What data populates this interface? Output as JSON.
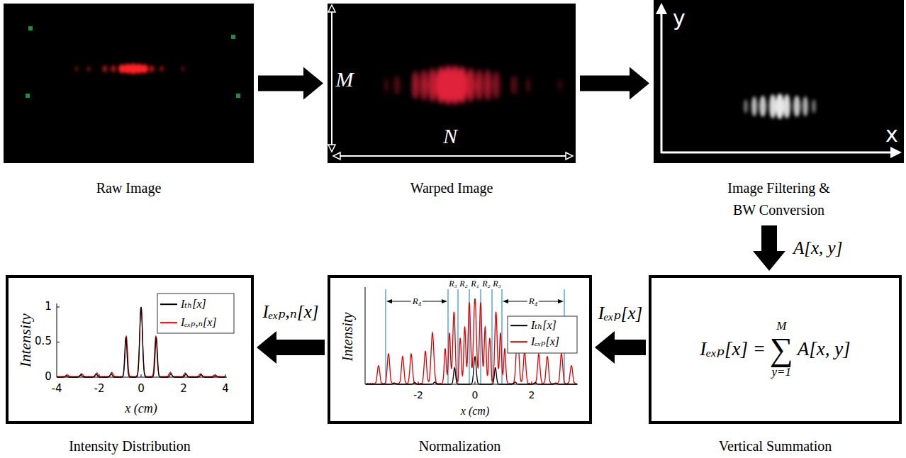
{
  "diagram": {
    "nodes": [
      {
        "text": [
          "Raw Image"
        ]
      },
      {
        "text": [
          "Warped Image"
        ]
      },
      {
        "text": [
          "Image Filtering & BW Conversion"
        ]
      },
      {
        "text": [
          "Iₑₓₚ[x] =",
          "M",
          "∑",
          "y=1",
          "A[x, y]",
          "Vertical Summation"
        ]
      },
      {
        "text": [
          "Normalization"
        ]
      },
      {
        "text": [
          "Intensity Distribution"
        ]
      }
    ],
    "edges": [
      {
        "from": 0,
        "to": 1,
        "arrow": "to"
      },
      {
        "from": 1,
        "to": 2,
        "arrow": "to"
      },
      {
        "from": 2,
        "to": 3,
        "label": "A[x, y]",
        "arrow": "to"
      },
      {
        "from": 3,
        "to": 4,
        "label": "Iₑₓₚ[x]",
        "arrow": "to"
      },
      {
        "from": 4,
        "to": 5,
        "label": "Iₑₓₚ,ₙ[x]",
        "arrow": "to"
      }
    ],
    "labels": [
      "M",
      "N",
      "y",
      "x",
      "Intensity",
      "x (cm)",
      "-2",
      "0",
      "2",
      "R₃",
      "R₂",
      "R₁",
      "R₂",
      "R₃",
      "R₄",
      "R₄",
      "Intensity",
      "x (cm)",
      "1",
      "0.5",
      "0",
      "-4",
      "-2",
      "0",
      "2",
      "4"
    ],
    "legend": [
      {
        "text": "Iₜₕ[x]"
      },
      {
        "text": "Iₑₓₚ[x]"
      },
      {
        "text": "Iₜₕ[x]"
      },
      {
        "text": "Iₑₓₚ,ₙ[x]"
      }
    ]
  }
}
